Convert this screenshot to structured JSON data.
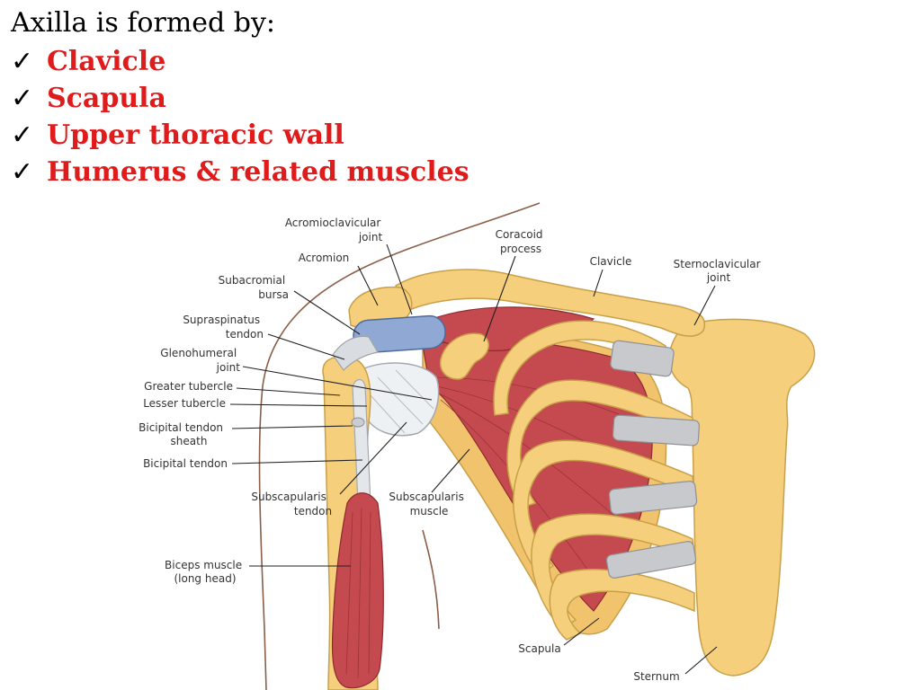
{
  "slide": {
    "title": "Axilla is formed by:",
    "check_glyph": "✓",
    "bullets": [
      {
        "text": "Clavicle"
      },
      {
        "text": "Scapula"
      },
      {
        "text": "Upper thoracic wall"
      },
      {
        "text": "Humerus & related muscles"
      }
    ]
  },
  "colors": {
    "bullet_text": "#e01b1b",
    "bone": "#f5cf7b",
    "muscle": "#c44a4f",
    "cartilage": "#c7c9cc",
    "bursa": "#8fa9d4"
  },
  "figure": {
    "labels": {
      "acromioclavicular_joint": [
        "Acromioclavicular",
        "joint"
      ],
      "acromion": "Acromion",
      "coracoid_process": [
        "Coracoid",
        "process"
      ],
      "clavicle": "Clavicle",
      "sternoclavicular_joint": [
        "Sternoclavicular",
        "joint"
      ],
      "subacromial_bursa": [
        "Subacromial",
        "bursa"
      ],
      "supraspinatus_tendon": [
        "Supraspinatus",
        "tendon"
      ],
      "glenohumeral_joint": [
        "Glenohumeral",
        "joint"
      ],
      "greater_tubercle": "Greater tubercle",
      "lesser_tubercle": "Lesser tubercle",
      "bicipital_tendon_sheath": [
        "Bicipital tendon",
        "sheath"
      ],
      "bicipital_tendon": "Bicipital tendon",
      "subscapularis_tendon": [
        "Subscapularis",
        "tendon"
      ],
      "subscapularis_muscle": [
        "Subscapularis",
        "muscle"
      ],
      "biceps_muscle": [
        "Biceps muscle",
        "(long head)"
      ],
      "scapula": "Scapula",
      "sternum": "Sternum"
    }
  }
}
